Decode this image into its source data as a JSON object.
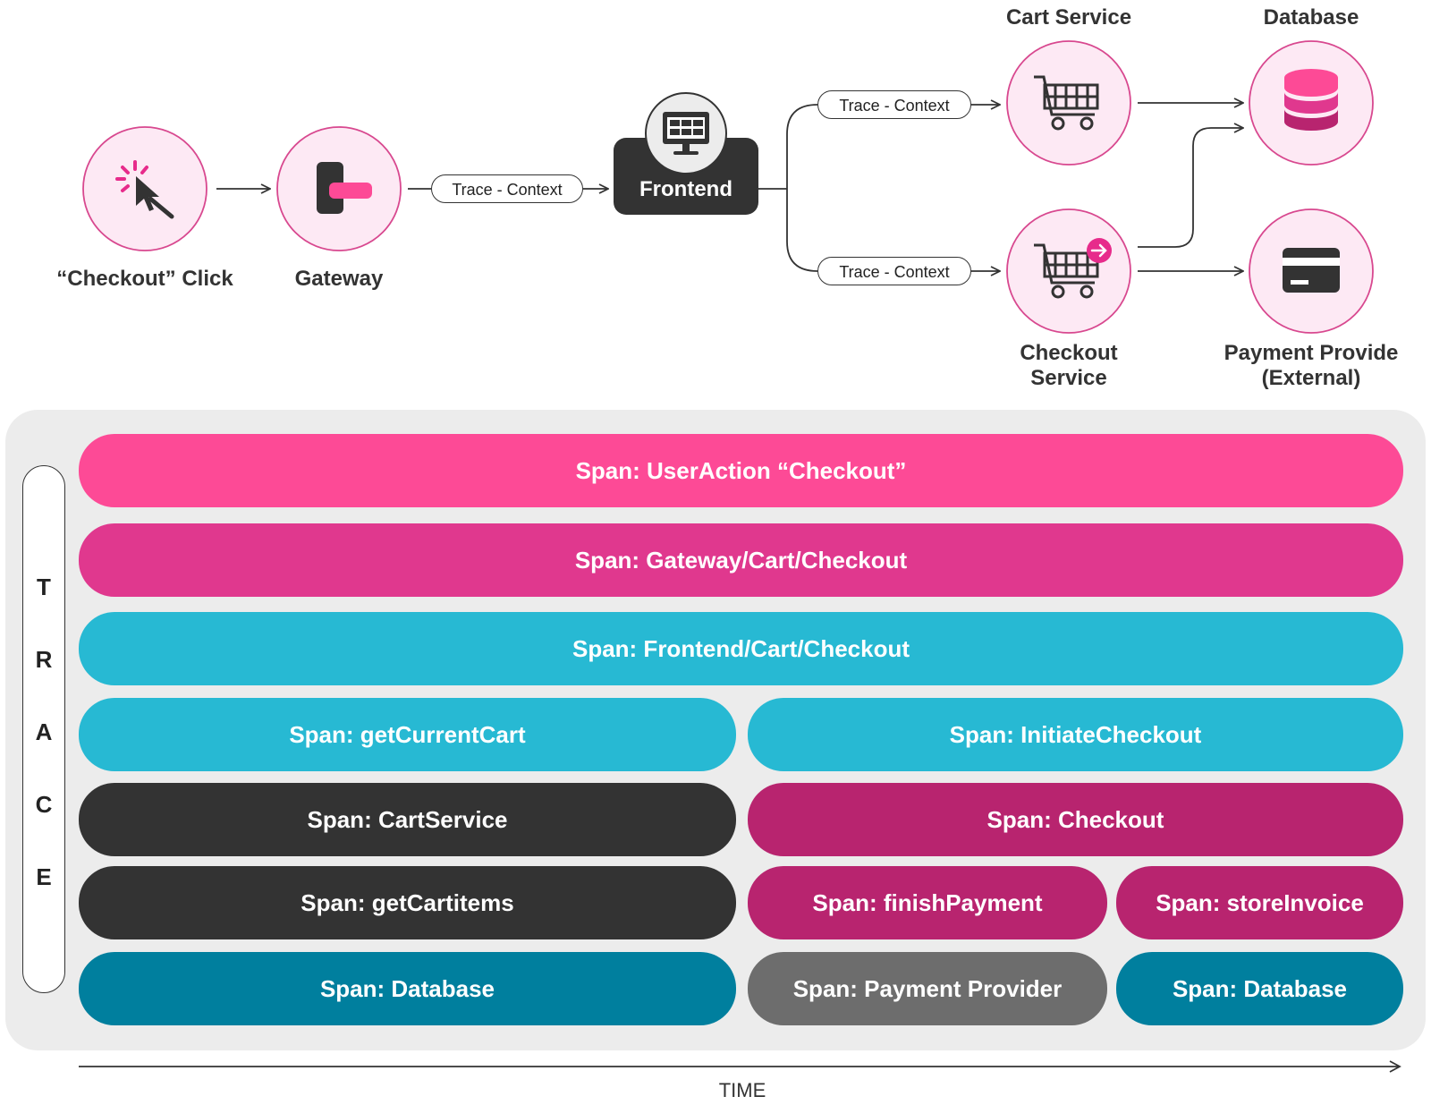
{
  "colors": {
    "pink": "#fd4a96",
    "magenta": "#e0388e",
    "cyan": "#27b9d3",
    "dark": "#333333",
    "plum": "#b8246f",
    "teal": "#007f9e",
    "gray": "#6d6d6d",
    "node_fill": "#fde9f4",
    "node_stroke": "#d8488f",
    "panel": "#ececec"
  },
  "nodes": {
    "checkout_click": {
      "label": "“Checkout” Click",
      "icon": "cursor-click-icon"
    },
    "gateway": {
      "label": "Gateway",
      "icon": "gateway-icon"
    },
    "frontend": {
      "label": "Frontend",
      "icon": "monitor-icon"
    },
    "cart_service": {
      "label": "Cart Service",
      "icon": "shopping-cart-icon"
    },
    "checkout_service": {
      "label_line1": "Checkout",
      "label_line2": "Service",
      "icon": "cart-checkout-icon"
    },
    "database": {
      "label": "Database",
      "icon": "database-icon"
    },
    "payment_provider": {
      "label_line1": "Payment Provide",
      "label_line2": "(External)",
      "icon": "credit-card-icon"
    }
  },
  "connectors": {
    "gateway_to_frontend": "Trace - Context",
    "frontend_to_cart": "Trace - Context",
    "frontend_to_checkout": "Trace - Context"
  },
  "trace": {
    "label": "TRACE",
    "letters": [
      "T",
      "R",
      "A",
      "C",
      "E"
    ],
    "time_label": "TIME",
    "spans": {
      "user_action": "Span: UserAction “Checkout”",
      "gateway": "Span: Gateway/Cart/Checkout",
      "frontend": "Span: Frontend/Cart/Checkout",
      "get_current_cart": "Span: getCurrentCart",
      "initiate_checkout": "Span: InitiateCheckout",
      "cart_service": "Span: CartService",
      "checkout": "Span: Checkout",
      "get_cart_items": "Span: getCartitems",
      "finish_payment": "Span: finishPayment",
      "store_invoice": "Span: storeInvoice",
      "database_left": "Span: Database",
      "payment_provider": "Span: Payment Provider",
      "database_right": "Span: Database"
    }
  }
}
